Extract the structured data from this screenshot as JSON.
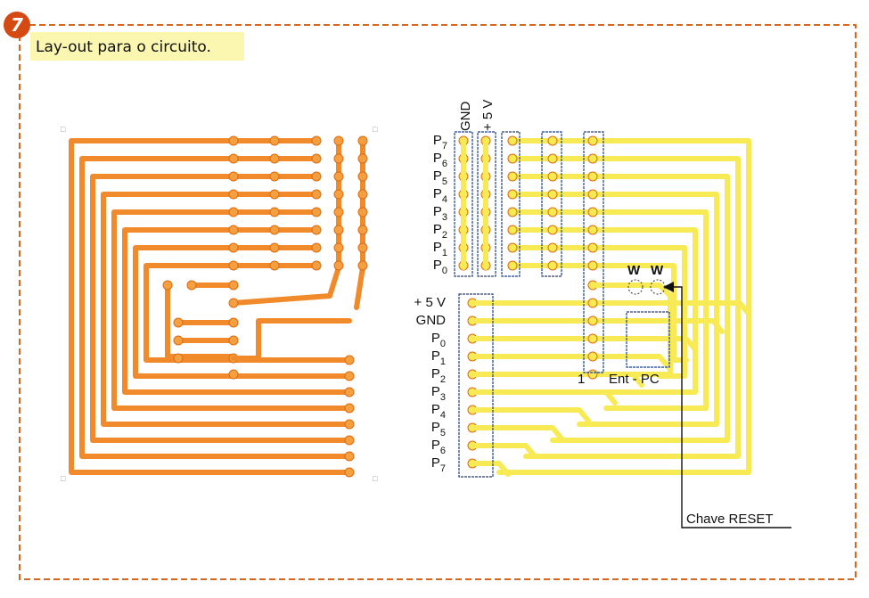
{
  "badge": "7",
  "title": "Lay-out para o circuito.",
  "colors": {
    "frame": "#d9661e",
    "copper_left": "#f08a2a",
    "copper_right": "#f7ea55",
    "pad_left": "#f5a040",
    "label": "#111111",
    "outline": "#1f3f8a"
  },
  "top_header": {
    "col_labels": [
      "GND",
      "+ 5 V"
    ],
    "rows": [
      {
        "base": "P",
        "sub": "7"
      },
      {
        "base": "P",
        "sub": "6"
      },
      {
        "base": "P",
        "sub": "5"
      },
      {
        "base": "P",
        "sub": "4"
      },
      {
        "base": "P",
        "sub": "3"
      },
      {
        "base": "P",
        "sub": "2"
      },
      {
        "base": "P",
        "sub": "1"
      },
      {
        "base": "P",
        "sub": "0"
      }
    ]
  },
  "bottom_header": {
    "rows": [
      {
        "base": "+ 5 V",
        "sub": ""
      },
      {
        "base": "GND",
        "sub": ""
      },
      {
        "base": "P",
        "sub": "0"
      },
      {
        "base": "P",
        "sub": "1"
      },
      {
        "base": "P",
        "sub": "2"
      },
      {
        "base": "P",
        "sub": "3"
      },
      {
        "base": "P",
        "sub": "4"
      },
      {
        "base": "P",
        "sub": "5"
      },
      {
        "base": "P",
        "sub": "6"
      },
      {
        "base": "P",
        "sub": "7"
      }
    ]
  },
  "jumpers": [
    "W",
    "W"
  ],
  "pin_one": "1",
  "connector_label": "Ent - PC",
  "reset_label": "Chave RESET"
}
